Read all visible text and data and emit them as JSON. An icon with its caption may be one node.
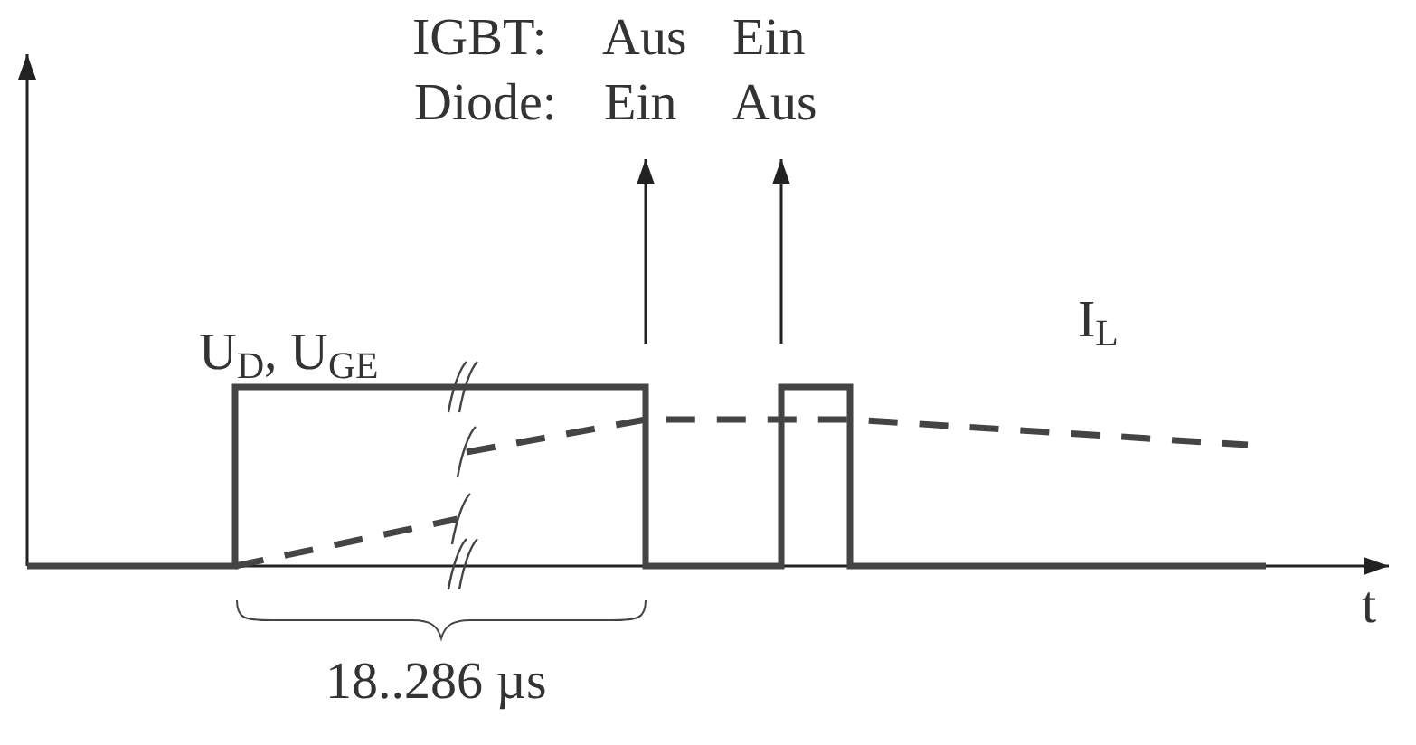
{
  "diagram": {
    "labels": [
      "IGBT:",
      "Aus",
      "Ein",
      "Diode:",
      "Ein",
      "Aus",
      "U$_{D}$, U$_{GE}$",
      "I$_{L}$",
      "t",
      "18..286 µs"
    ]
  }
}
